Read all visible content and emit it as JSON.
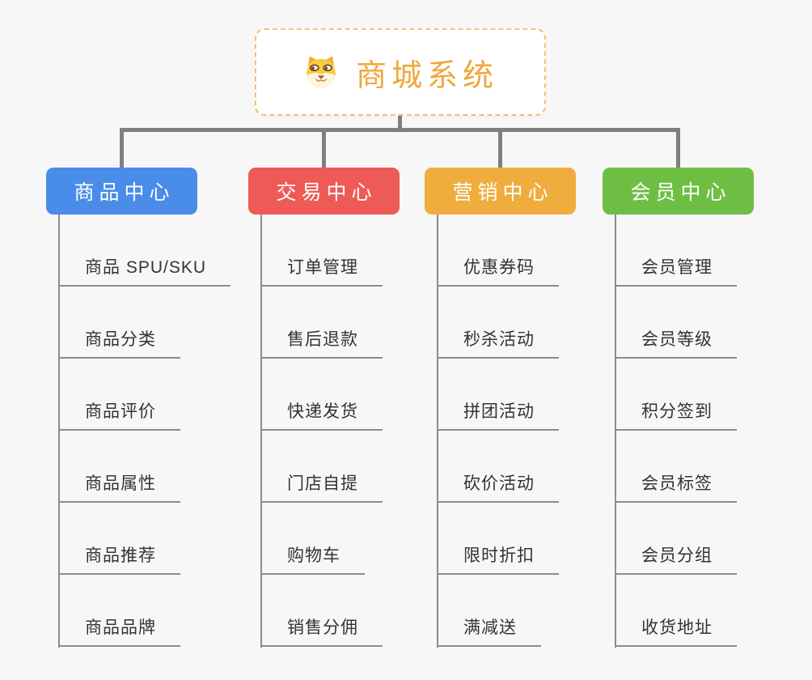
{
  "root": {
    "title": "商城系统",
    "icon": "dog-face-icon",
    "title_color": "#F0A73D",
    "border_color": "#F2C270"
  },
  "connector_color": "#7F7F7F",
  "background_color": "#F7F7F7",
  "branches": [
    {
      "label": "商品中心",
      "color": "#4A8CEA",
      "items": [
        "商品 SPU/SKU",
        "商品分类",
        "商品评价",
        "商品属性",
        "商品推荐",
        "商品品牌"
      ]
    },
    {
      "label": "交易中心",
      "color": "#EE5A56",
      "items": [
        "订单管理",
        "售后退款",
        "快递发货",
        "门店自提",
        "购物车",
        "销售分佣"
      ]
    },
    {
      "label": "营销中心",
      "color": "#EFAD3E",
      "items": [
        "优惠券码",
        "秒杀活动",
        "拼团活动",
        "砍价活动",
        "限时折扣",
        "满减送"
      ]
    },
    {
      "label": "会员中心",
      "color": "#6FBE44",
      "items": [
        "会员管理",
        "会员等级",
        "积分签到",
        "会员标签",
        "会员分组",
        "收货地址"
      ]
    }
  ]
}
